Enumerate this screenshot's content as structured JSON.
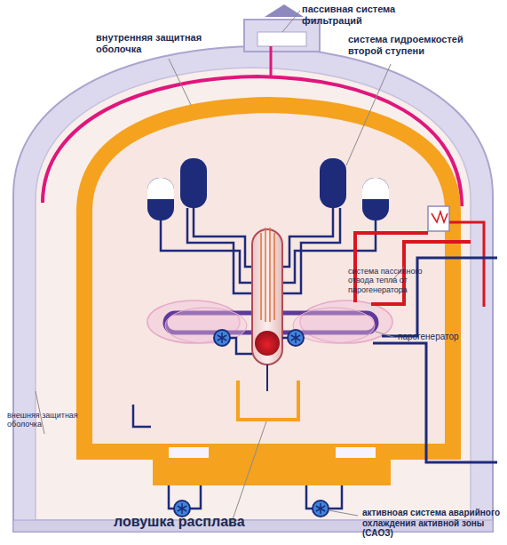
{
  "diagram": {
    "labels": [
      "пассивная система фильтраций",
      "внутренняя защитная оболочка",
      "система гидроемкостей второй ступени",
      "система пассивного отвода тепла от парогенератора",
      "парогенератор",
      "внешняя защитная оболочка",
      "ловушка расплава",
      "активноая система аварийного охлаждения активной зоны (САОЗ)"
    ]
  }
}
